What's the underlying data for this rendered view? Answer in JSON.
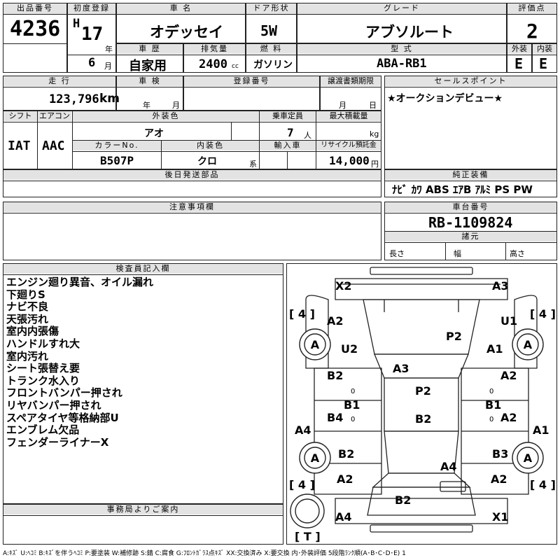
{
  "header": {
    "lot_no_label": "出品番号",
    "lot_no": "4236",
    "first_reg_label": "初度登録",
    "era": "H",
    "year": "17",
    "year_unit": "年",
    "month": "6",
    "month_unit": "月",
    "car_name_label": "車 名",
    "car_name": "オデッセイ",
    "door_label": "ドア形状",
    "door": "5W",
    "grade_label": "グレード",
    "grade": "アブソルート",
    "score_label": "評価点",
    "score": "2",
    "history_label": "車 歴",
    "history": "自家用",
    "displacement_label": "排気量",
    "displacement": "2400",
    "displacement_unit": "cc",
    "fuel_label": "燃 料",
    "fuel": "ガソリン",
    "model_label": "型 式",
    "model": "ABA-RB1",
    "exterior_label": "外装",
    "exterior": "E",
    "interior_label": "内装",
    "interior": "E"
  },
  "row2": {
    "mileage_label": "走 行",
    "mileage": "123,796",
    "mileage_unit": "km",
    "inspection_label": "車 検",
    "year_unit": "年",
    "month_unit": "月",
    "reg_no_label": "登録番号",
    "transfer_label": "譲渡書類期限",
    "tr_month": "月",
    "tr_day": "日",
    "sales_label": "セールスポイント",
    "sales_point": "★オークションデビュー★"
  },
  "row3": {
    "shift_label": "シフト",
    "shift": "IAT",
    "ac_label": "エアコン",
    "ac": "AAC",
    "color_label": "外装色",
    "color": "アオ",
    "capacity_label": "乗車定員",
    "capacity": "7",
    "capacity_unit": "人",
    "load_label": "最大積載量",
    "load_unit": "kg",
    "color_no_label": "カラーNo.",
    "color_no": "B507P",
    "int_color_label": "内装色",
    "int_color": "クロ",
    "int_color_unit": "系",
    "import_label": "輸入車",
    "recycle_label": "リサイクル預託金",
    "recycle": "14,000",
    "recycle_unit": "円",
    "later_parts_label": "後日発送部品",
    "equipment_label": "純正装備",
    "equipment": "ﾅﾋﾞ  ｶﾜ  ABS  ｴｱB  ｱﾙﾐ  PS  PW"
  },
  "notes": {
    "caution_label": "注意事項欄",
    "chassis_label": "車台番号",
    "chassis_no": "RB-1109824",
    "spec_label": "諸元",
    "length_label": "長さ",
    "width_label": "幅",
    "height_label": "高さ"
  },
  "inspector": {
    "label": "検査員記入欄",
    "lines": [
      "エンジン廻り異音、オイル漏れ",
      "下廻りS",
      "ナビ不良",
      "天張汚れ",
      "室内内張傷",
      "ハンドルすれ大",
      "室内汚れ",
      "シート張替え要",
      "トランク水入り",
      "フロントバンパー押され",
      "リヤバンパー押され",
      "スペアタイヤ等格納部U",
      "エンブレム欠品",
      "フェンダーライナーX"
    ]
  },
  "office": {
    "label": "事務局よりご案内"
  },
  "diagram": {
    "tire_depth": "4",
    "tire_mark": "A",
    "tire_corner": "[ 4 ]",
    "spare": "[ T ]",
    "marks": {
      "front_left": "X2",
      "front_right": "A3",
      "fl_fender": "A2",
      "fr_fender": "U1",
      "hood": "P2",
      "fl_door_top": "U2",
      "fr_door_top": "A1",
      "windshield": "A3",
      "fl_door": "B2",
      "fr_door": "A2",
      "roof": "P2",
      "b_left": "B1",
      "b_right": "B1",
      "rl_door": "B4",
      "rr_door": "A2",
      "roof_rear": "B2",
      "left_side": "A4",
      "right_side": "A1",
      "rl_fender": "B2",
      "rr_fender": "B3",
      "trunk": "A4",
      "rl_quarter": "A2",
      "rr_quarter": "A2",
      "rear_bumper_top": "B2",
      "rear_left": "A4",
      "rear_right": "X1",
      "small_o": "0"
    }
  },
  "legend": "A:ｷｽﾞ  U:ﾍｺﾐ  B:ｷｽﾞを伴うﾍｺﾐ  P:要塗装  W:補修跡  S:錆  C:腐食  G:ﾌﾛﾝﾄｶﾞﾗｽ点ｷｽﾞ  XX:交換済み  X:要交換   内･外装評価  5段階ﾗﾝｸ順(A･B･C･D･E)  1"
}
